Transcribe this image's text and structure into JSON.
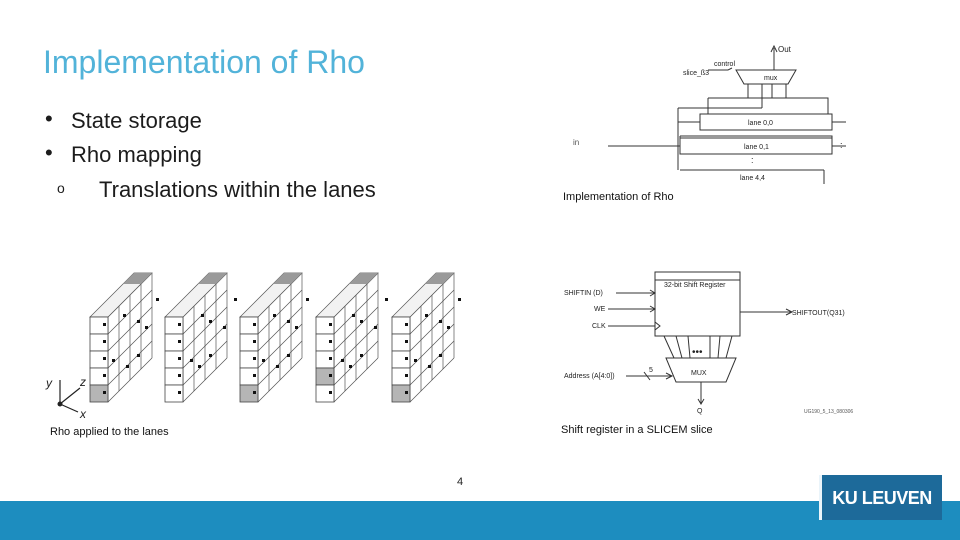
{
  "slide": {
    "title": "Implementation of Rho",
    "bullets": [
      {
        "text": "State storage",
        "level": 1,
        "marker": "•"
      },
      {
        "text": "Rho mapping",
        "level": 1,
        "marker": "•"
      },
      {
        "text": "Translations within the lanes",
        "level": 2,
        "marker": "o"
      }
    ],
    "page_number": "4"
  },
  "figures": {
    "lanes_diagram": {
      "caption": "Implementation of Rho",
      "labels": {
        "out": "Out",
        "control": "control",
        "slice": "slice_ß3",
        "mux": "mux",
        "in": "in",
        "lane00": "lane 0,0",
        "lane01": "lane 0,1",
        "lane44": "lane 4,4",
        "dots": ":"
      }
    },
    "rho_cubes": {
      "caption": "Rho applied to the lanes",
      "axes": {
        "y": "y",
        "z": "z",
        "x": "x"
      }
    },
    "shift_register": {
      "caption": "Shift register in a SLICEM slice",
      "labels": {
        "title": "32-bit Shift Register",
        "shiftin": "SHIFTIN (D)",
        "we": "WE",
        "clk": "CLK",
        "address": "Address (A[4:0])",
        "five": "5",
        "mux": "MUX",
        "shiftout": "SHIFTOUT(Q31)",
        "q": "Q",
        "code": "UG190_5_13_080306",
        "dots": "•••"
      }
    }
  },
  "footer": {
    "logo": "KU LEUVEN"
  },
  "colors": {
    "title": "#52b3d9",
    "footer_bar": "#1d8dbf",
    "logo_bg": "#1d6a9a"
  }
}
